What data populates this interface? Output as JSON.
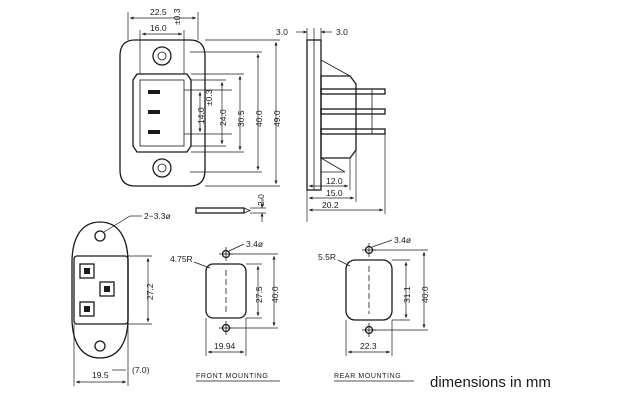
{
  "top_view": {
    "w_outer": "22.5",
    "w_inner": "16.0",
    "tol_top": "±0.3",
    "h_14": "14.0",
    "tol_14": "±0.3",
    "h_24": "24.0",
    "h_30": "30.5",
    "h_40": "40.0",
    "h_49": "49.0"
  },
  "side_view": {
    "d3a": "3.0",
    "d3b": "3.0",
    "d12": "12.0",
    "d15": "15.0",
    "d20": "20.2",
    "pin_h": "2.0"
  },
  "front_view": {
    "hole_note": "2−3.3ø",
    "h27": "27.2",
    "w19": "19.5",
    "d7": "(7.0)"
  },
  "front_mounting": {
    "radius": "4.75R",
    "hole": "3.4ø",
    "h27": "27.5",
    "h40": "40.0",
    "w": "19.94",
    "caption": "FRONT MOUNTING"
  },
  "rear_mounting": {
    "radius": "5.5R",
    "hole": "3.4ø",
    "h31": "31.1",
    "h40": "40.0",
    "w": "22.3",
    "caption": "REAR MOUNTING"
  },
  "units_note": "dimensions in mm"
}
